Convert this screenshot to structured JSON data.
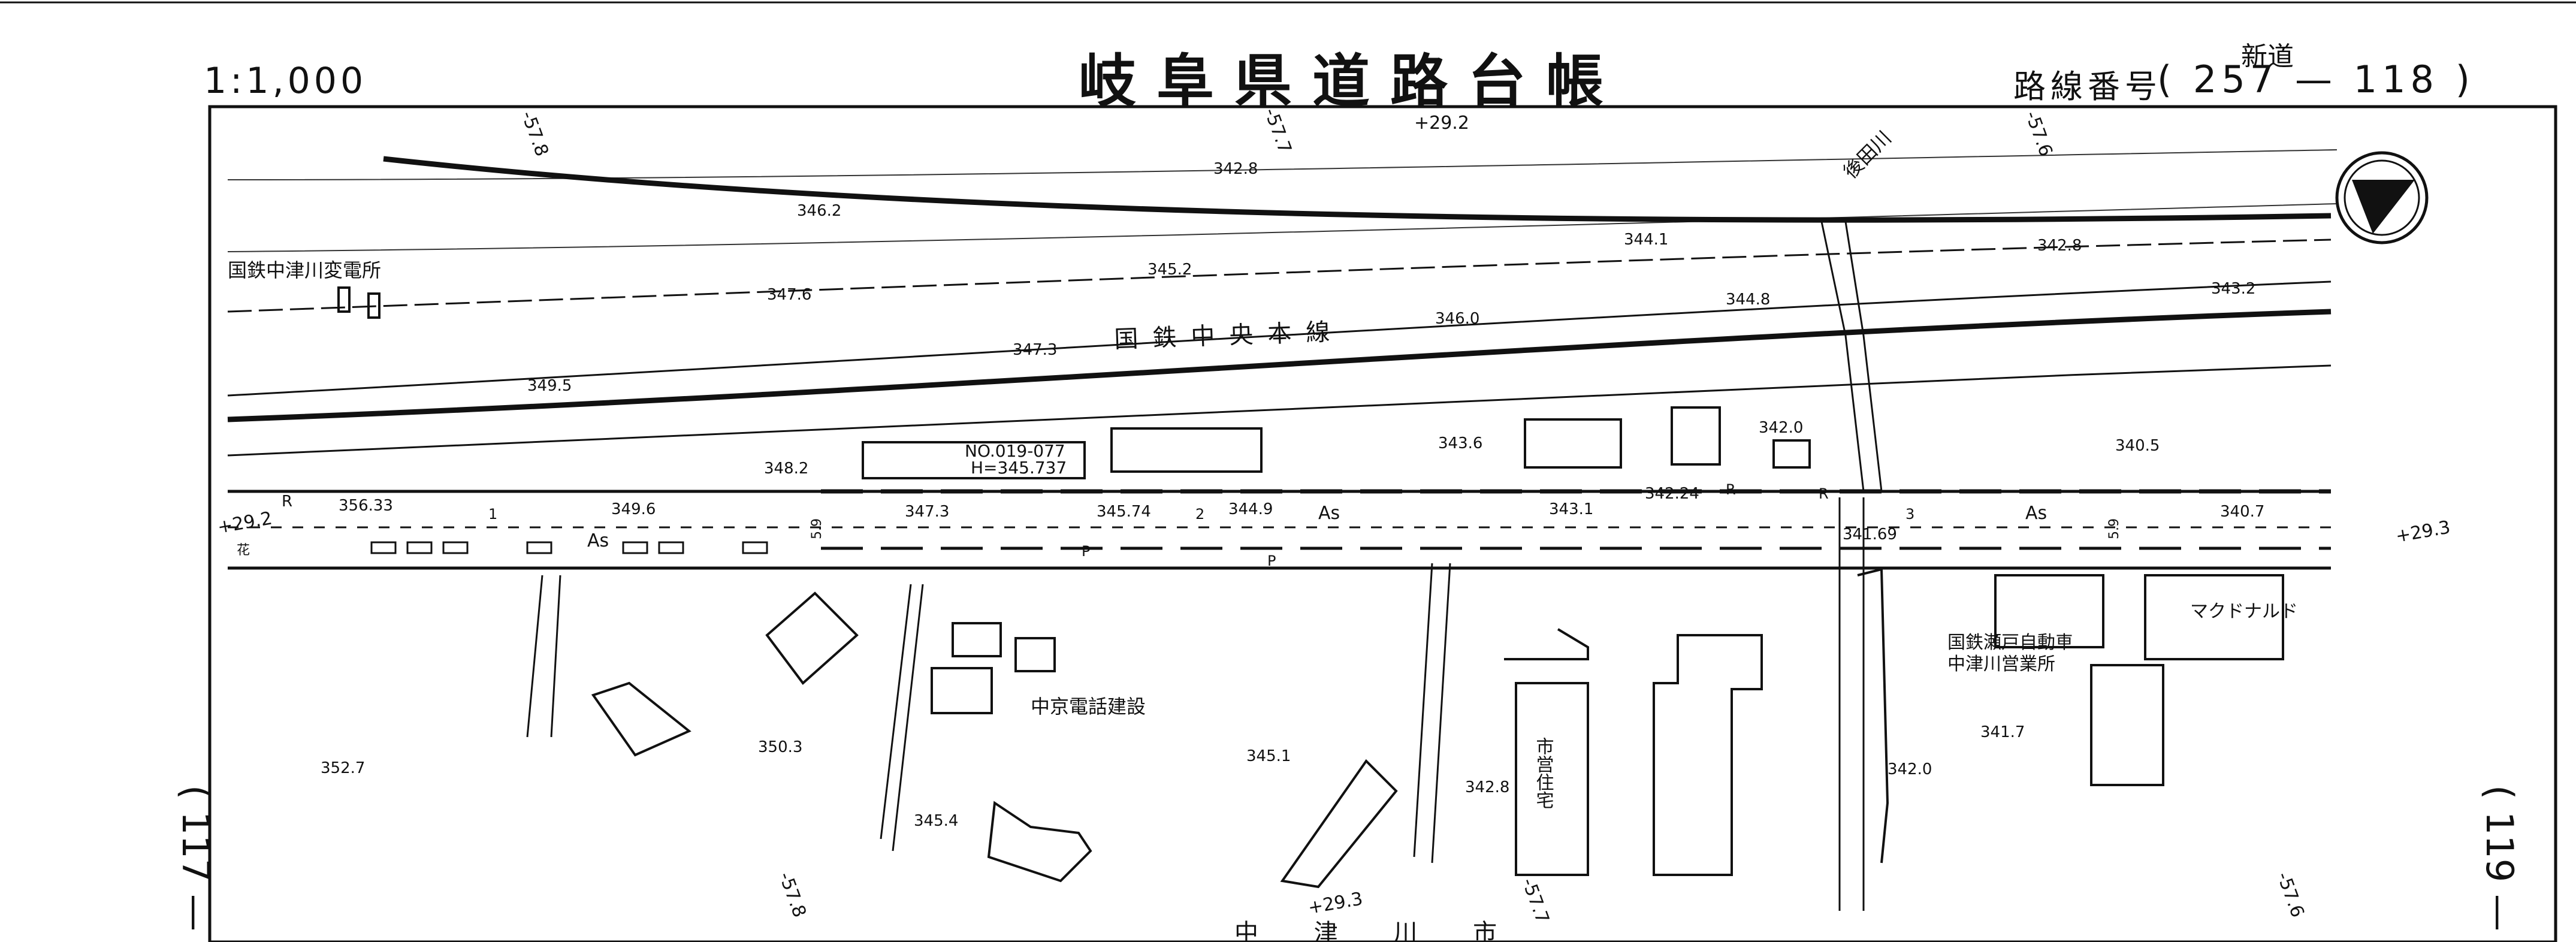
{
  "header": {
    "scale": "1:1,000",
    "title": "岐阜県道路台帳",
    "new_road": "新道",
    "route_label": "路線番号",
    "route_number": "( 257 — 118 )"
  },
  "sheets": {
    "prev": "( 117 —",
    "next": "( 119 —"
  },
  "labels": {
    "substation": "国鉄中津川変電所",
    "railway": "国鉄中央本線",
    "river": "後田川",
    "telephone": "中京電話建設",
    "housing": "市営住宅",
    "bus_office_1": "国鉄瀬戸自動車",
    "bus_office_2": "中津川営業所",
    "mcdonalds": "マクドナルド",
    "benchmark_no": "NO.019-077",
    "benchmark_h": "H=345.737",
    "bottom_cut": "中 津 川 市",
    "as1": "As",
    "as2": "As",
    "as3": "As",
    "flower": "花",
    "r1": "R",
    "r2": "R",
    "r3": "R",
    "p1": "P",
    "p2": "P",
    "lane1": "1",
    "lane2": "2",
    "lane3": "3",
    "w1": "5.9",
    "w2": "5.9"
  },
  "elevations": [
    "342.8",
    "346.2",
    "344.1",
    "342.8",
    "345.2",
    "343.2",
    "347.6",
    "344.8",
    "346.0",
    "347.3",
    "349.5",
    "343.6",
    "342.0",
    "340.5",
    "348.2",
    "342.24",
    "356.33",
    "349.6",
    "347.3",
    "345.74",
    "344.9",
    "343.1",
    "341.69",
    "340.7",
    "352.7",
    "350.3",
    "345.1",
    "342.8",
    "342.0",
    "341.7",
    "345.4"
  ],
  "grid": [
    "-57.8",
    "-57.7",
    "+29.2",
    "-57.6",
    "+29.2",
    "+29.3",
    "-57.8",
    "+29.3",
    "-57.7",
    "-57.6"
  ],
  "colors": {
    "ink": "#111111",
    "paper": "#ffffff"
  },
  "icons": [
    "north-arrow-icon"
  ]
}
